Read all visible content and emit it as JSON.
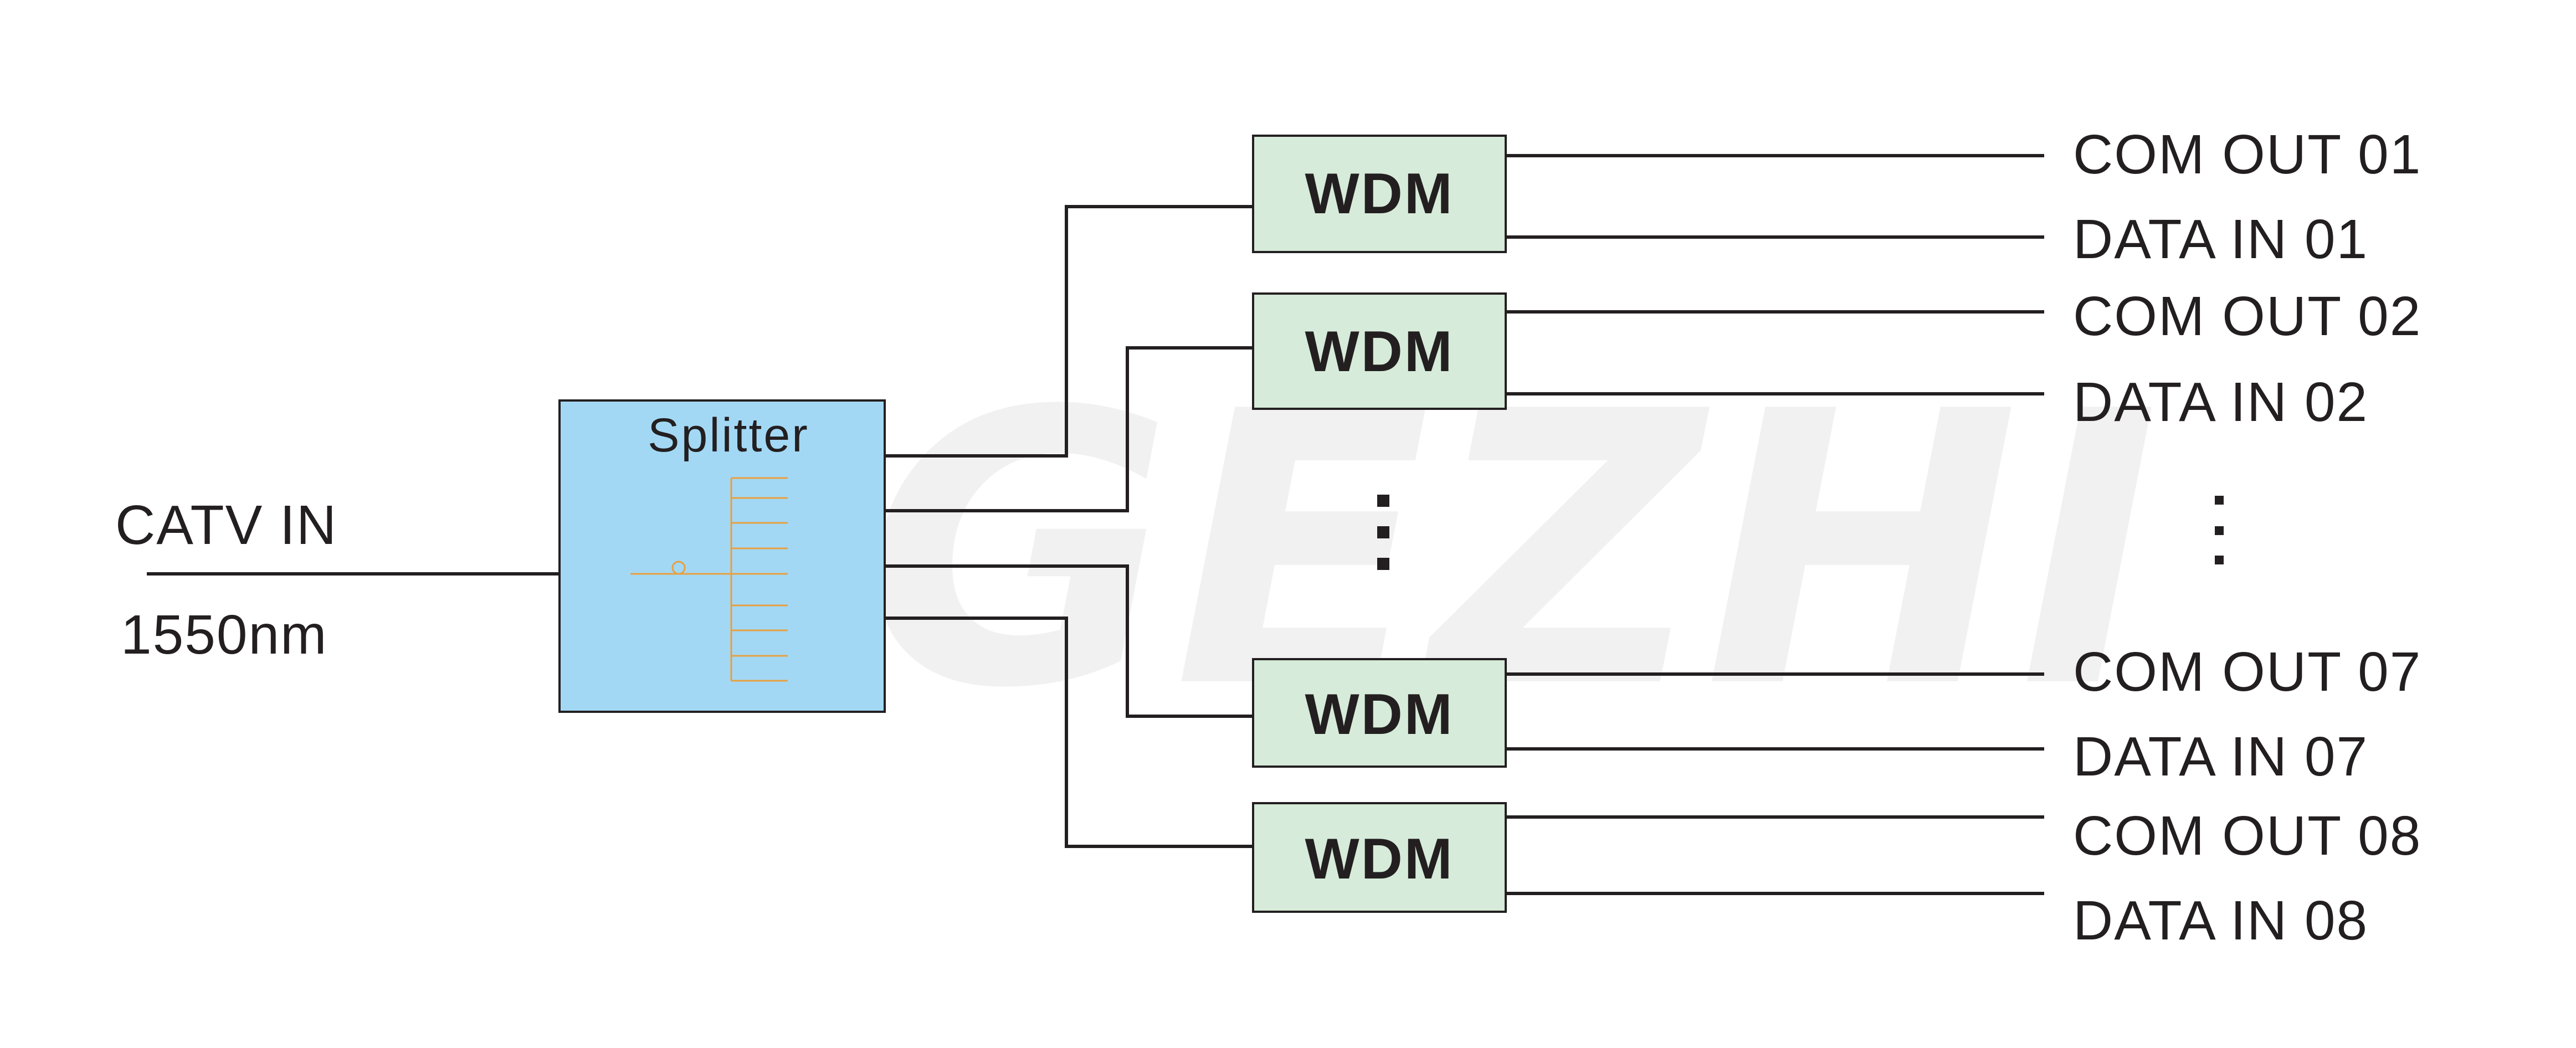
{
  "input": {
    "label": "CATV IN",
    "wavelength": "1550nm"
  },
  "splitter": {
    "label": "Splitter",
    "fill": "#a3d8f4",
    "symbol_color": "#e8a040"
  },
  "wdm": {
    "label": "WDM",
    "fill": "#d6ebd9"
  },
  "watermark": {
    "text": "GEZHI",
    "color": "#e6e6e6"
  },
  "ellipsis": "⋮",
  "wdm_units": [
    {
      "com": "COM OUT 01",
      "data": "DATA IN 01"
    },
    {
      "com": "COM OUT 02",
      "data": "DATA IN 02"
    },
    {
      "com": "COM OUT 07",
      "data": "DATA IN 07"
    },
    {
      "com": "COM OUT 08",
      "data": "DATA IN 08"
    }
  ]
}
